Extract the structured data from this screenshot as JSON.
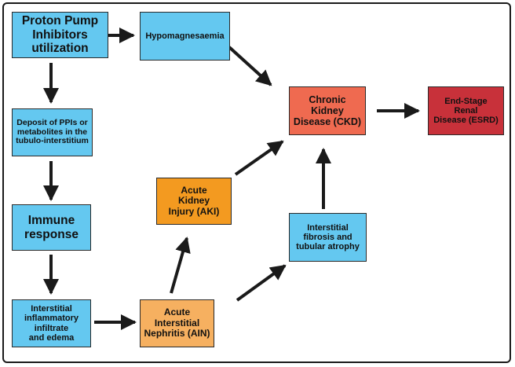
{
  "nodes": {
    "ppi": "Proton Pump\nInhibitors\nutilization",
    "hypomagnesaemia": "Hypomagnesaemia",
    "deposit": "Deposit of PPIs or\nmetabolites in the\ntubulo-interstitium",
    "immune": "Immune\nresponse",
    "infiltrate": "Interstitial\ninflammatory\ninfiltrate\nand edema",
    "ain": "Acute\nInterstitial\nNephritis (AIN)",
    "aki": "Acute\nKidney\nInjury (AKI)",
    "fibrosis": "Interstitial\nfibrosis and\ntubular atrophy",
    "ckd": "Chronic\nKidney\nDisease (CKD)",
    "esrd": "End-Stage\nRenal\nDisease (ESRD)"
  },
  "colors": {
    "blue": "#64c8f0",
    "orange": "#f39a20",
    "peach": "#f6b060",
    "salmon": "#ef6a50",
    "red": "#c8313a",
    "arrow": "#1a1a1a"
  }
}
